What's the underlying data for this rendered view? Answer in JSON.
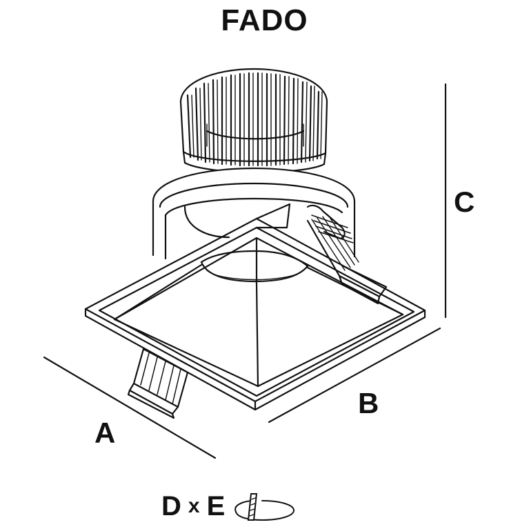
{
  "title": "FADO",
  "dimensions": {
    "a": "A",
    "b": "B",
    "c": "C"
  },
  "cutout": {
    "d": "D",
    "separator": "x",
    "e": "E",
    "icon": "ceiling-cutout-icon"
  },
  "colors": {
    "line": "#111111",
    "background": "#ffffff"
  }
}
